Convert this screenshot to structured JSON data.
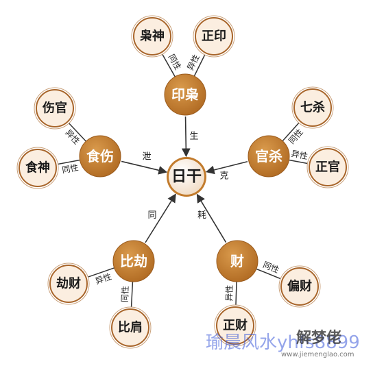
{
  "center": {
    "label": "日干"
  },
  "hubs": [
    {
      "key": "yinxiao",
      "label": "印枭",
      "arrow_label": "生"
    },
    {
      "key": "guansha",
      "label": "官杀",
      "arrow_label": "克"
    },
    {
      "key": "cai",
      "label": "财",
      "arrow_label": "耗"
    },
    {
      "key": "bijie",
      "label": "比劫",
      "arrow_label": "同"
    },
    {
      "key": "shishang",
      "label": "食伤",
      "arrow_label": "泄"
    }
  ],
  "leaves": [
    {
      "hub": "yinxiao",
      "label": "枭神",
      "edge_label": "同性"
    },
    {
      "hub": "yinxiao",
      "label": "正印",
      "edge_label": "异性"
    },
    {
      "hub": "guansha",
      "label": "七杀",
      "edge_label": "同性"
    },
    {
      "hub": "guansha",
      "label": "正官",
      "edge_label": "异性"
    },
    {
      "hub": "cai",
      "label": "偏财",
      "edge_label": "同性"
    },
    {
      "hub": "cai",
      "label": "正财",
      "edge_label": "异性"
    },
    {
      "hub": "bijie",
      "label": "劫财",
      "edge_label": "异性"
    },
    {
      "hub": "bijie",
      "label": "比肩",
      "edge_label": "同性"
    },
    {
      "hub": "shishang",
      "label": "伤官",
      "edge_label": "异性"
    },
    {
      "hub": "shishang",
      "label": "食神",
      "edge_label": "同性"
    }
  ],
  "watermark": {
    "text": "瑜晨风水yhfs8899",
    "logo_text": "解梦佬",
    "url": "www.jiemenglao.com"
  },
  "colors": {
    "hub_fill": "#c27b2c",
    "leaf_fill": "#fbeee0",
    "leaf_stroke": "#a8652a",
    "line": "#333333"
  }
}
